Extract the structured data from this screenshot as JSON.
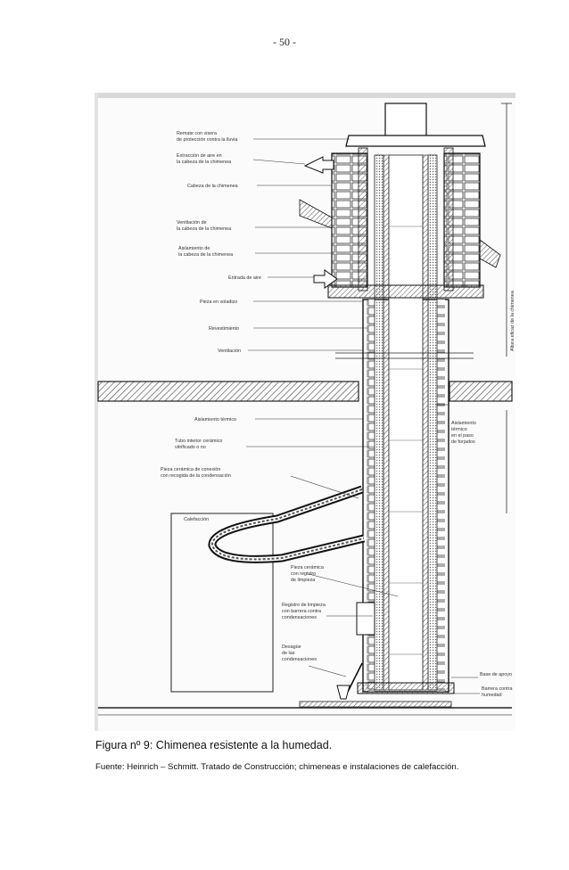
{
  "page": {
    "number": "- 50 -"
  },
  "figure": {
    "labels": {
      "remate_1": "Remate con visera",
      "remate_2": "de protección contra la lluvia",
      "extraccion_1": "Extracción de aire en",
      "extraccion_2": "la cabeza de la chimenea",
      "cabeza": "Cabeza de la chimenea",
      "ventilacion_cabeza_1": "Ventilación de",
      "ventilacion_cabeza_2": "la cabeza de la chimenea",
      "aislamiento_cabeza_1": "Aislamiento de",
      "aislamiento_cabeza_2": "la cabeza de la chimenea",
      "entrada_aire": "Entrada de aire",
      "pieza_voladizo": "Pieza en voladizo",
      "revestimiento": "Revestimiento",
      "ventilacion": "Ventilación",
      "aislamiento_termico": "Aislamiento térmico",
      "tubo_1": "Tubo interior cerámico",
      "tubo_2": "vitrificado o no",
      "pieza_conexion_1": "Pieza cerámica de conexión",
      "pieza_conexion_2": "con recogida de la condensación",
      "calefaccion": "Calefacción",
      "pieza_registro_1": "Pieza cerámica",
      "pieza_registro_2": "con registro",
      "pieza_registro_3": "de limpieza",
      "registro_1": "Registro de limpieza",
      "registro_2": "con barrera contra",
      "registro_3": "condensaciones",
      "desague_1": "Desagüe",
      "desague_2": "de las",
      "desague_3": "condensaciones",
      "base_apoyo": "Base de apoyo",
      "barrera_1": "Barrera contra",
      "barrera_2": "humedad",
      "aislamiento_paso_1": "Aislamiento",
      "aislamiento_paso_2": "térmico",
      "aislamiento_paso_3": "en el paso",
      "aislamiento_paso_4": "de forjados",
      "altura": "Altura eficaz de la chimenea"
    }
  },
  "caption": "Figura nº 9: Chimenea resistente a la humedad.",
  "source": "Fuente: Heinrich – Schmitt. Tratado de Construcción; chimeneas e instalaciones de calefacción."
}
